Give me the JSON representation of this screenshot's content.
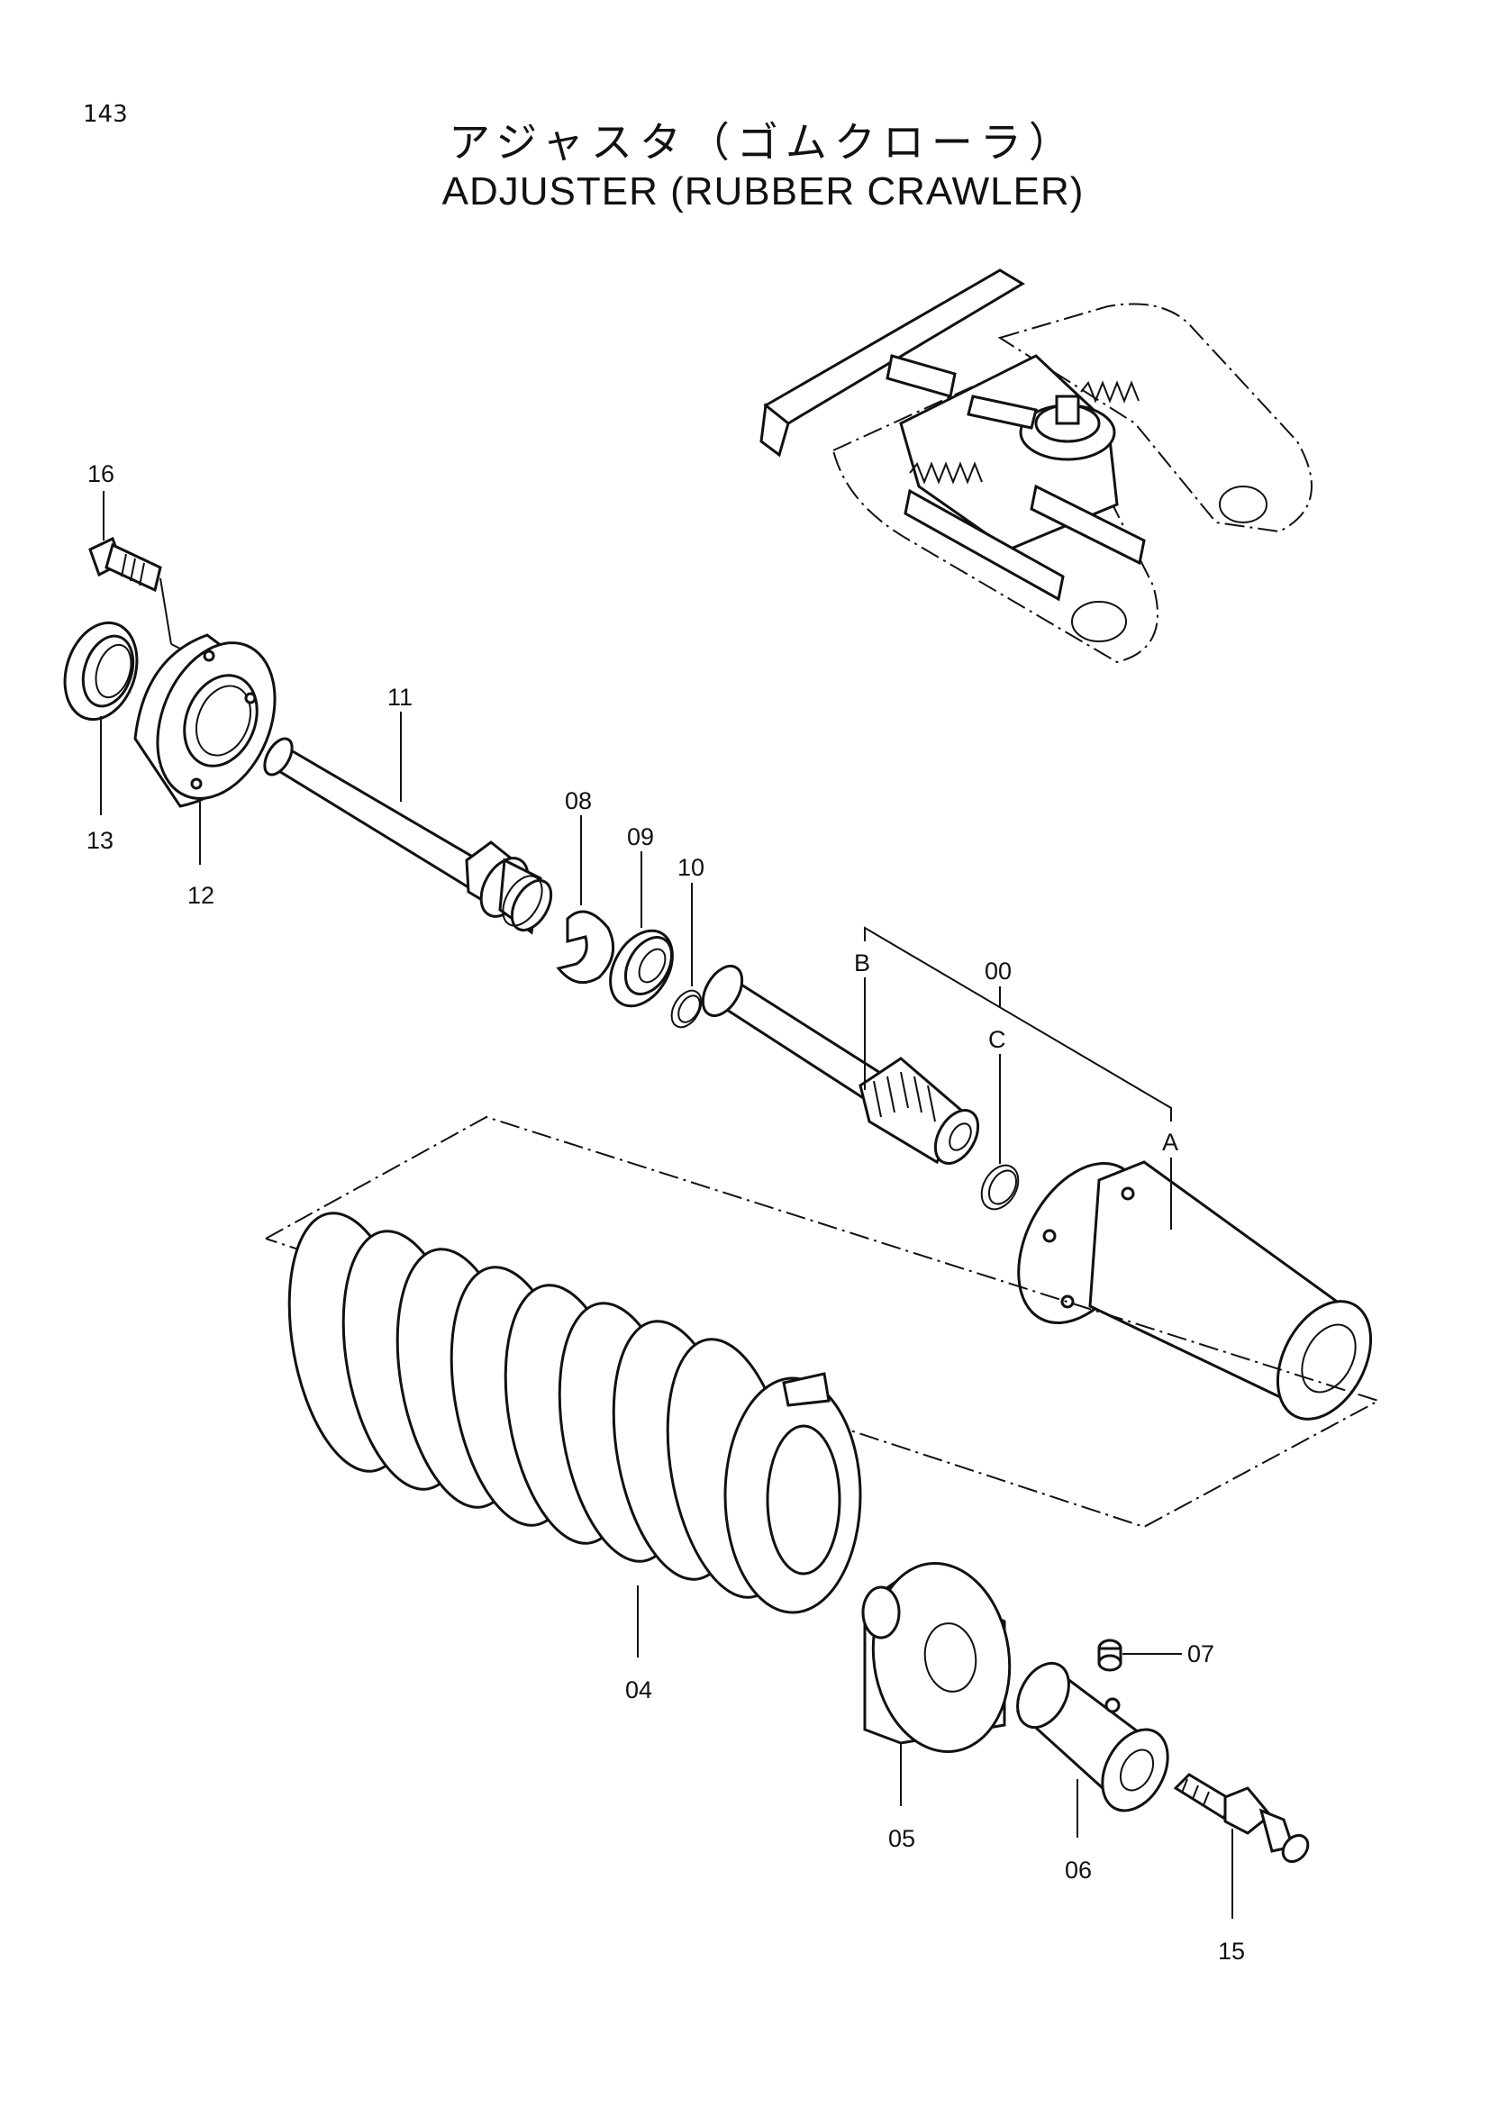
{
  "page_number": "143",
  "title_jp": "アジャスタ（ゴムクローラ）",
  "title_en": "ADJUSTER (RUBBER CRAWLER)",
  "callouts": {
    "c16": "16",
    "c13": "13",
    "c12": "12",
    "c11": "11",
    "c08": "08",
    "c09": "09",
    "c10": "10",
    "cB": "B",
    "c00": "00",
    "cC": "C",
    "cA": "A",
    "c04": "04",
    "c05": "05",
    "c06": "06",
    "c07": "07",
    "c15": "15"
  }
}
